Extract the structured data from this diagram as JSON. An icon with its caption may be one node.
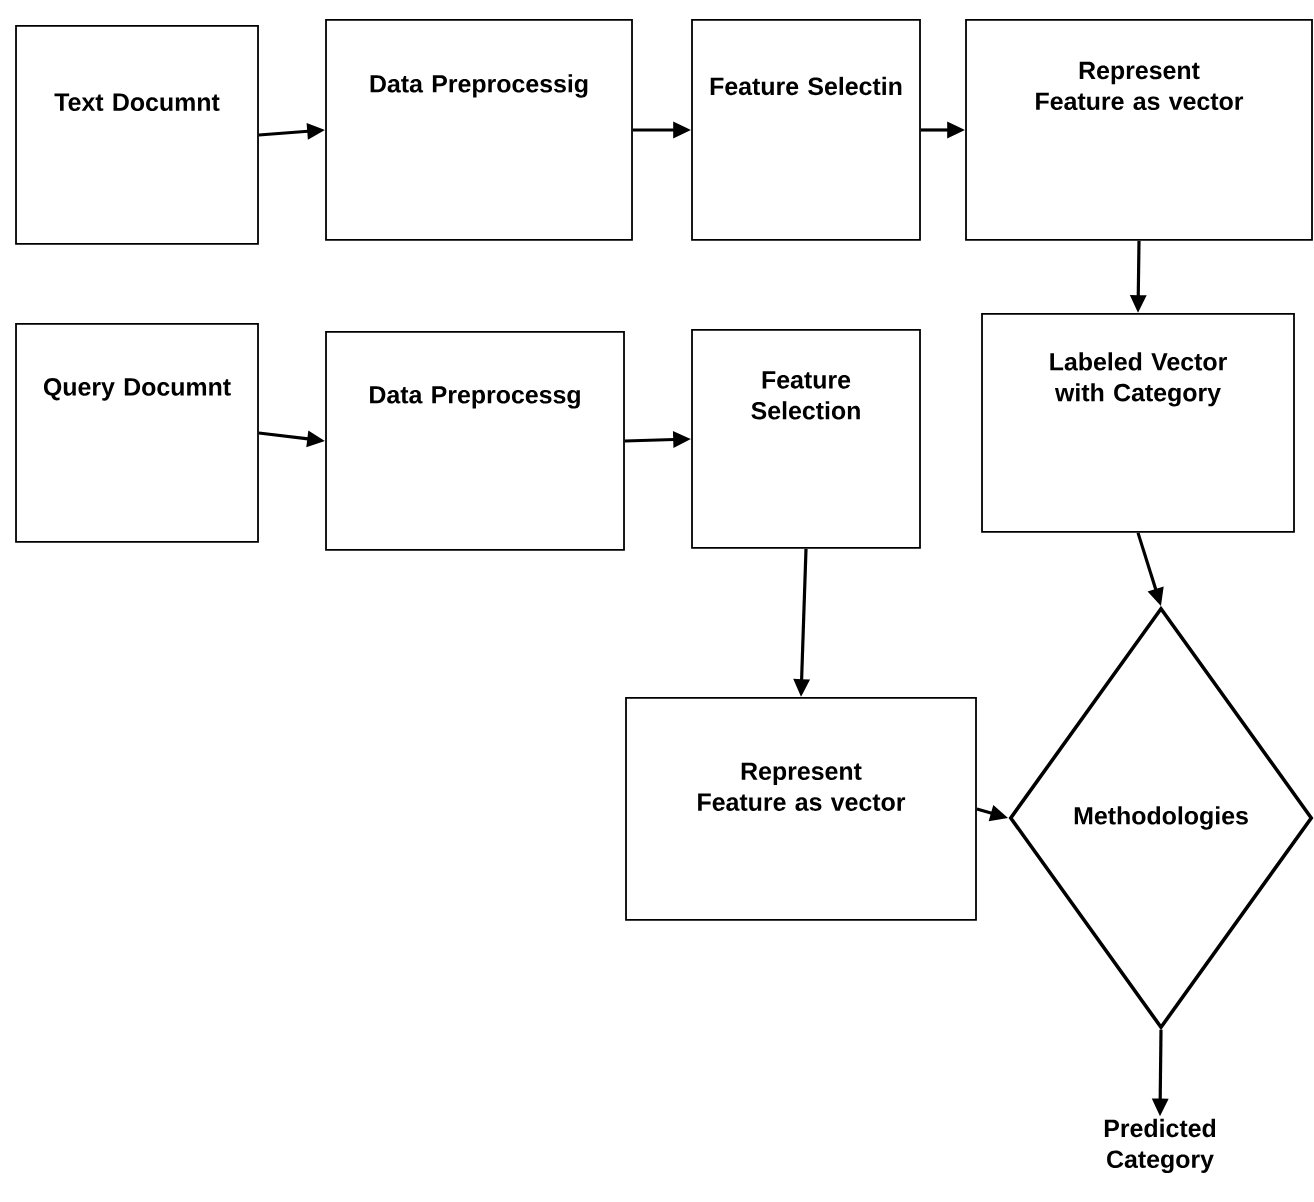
{
  "diagram": {
    "nodes": [
      {
        "text": [
          "Text Documnt"
        ]
      },
      {
        "text": [
          "Data Preprocessig"
        ]
      },
      {
        "text": [
          "Feature Selectin"
        ]
      },
      {
        "text": [
          "Represent Feature as vector"
        ]
      },
      {
        "text": [
          "Labeled Vector with Category"
        ]
      },
      {
        "text": [
          "Query Documnt"
        ]
      },
      {
        "text": [
          "Data Preprocessg"
        ]
      },
      {
        "text": [
          "Feature Selection"
        ]
      },
      {
        "text": [
          "Represent Feature as vector"
        ]
      },
      {
        "text": [
          "Methodologies"
        ]
      },
      {
        "text": [
          "Predicted Category"
        ]
      }
    ],
    "edges": [
      {
        "from": 0,
        "to": 1,
        "arrow": "to"
      },
      {
        "from": 1,
        "to": 2,
        "arrow": "to"
      },
      {
        "from": 2,
        "to": 3,
        "arrow": "to"
      },
      {
        "from": 3,
        "to": 4,
        "arrow": "to"
      },
      {
        "from": 5,
        "to": 6,
        "arrow": "to"
      },
      {
        "from": 6,
        "to": 7,
        "arrow": "to"
      },
      {
        "from": 7,
        "to": 8,
        "arrow": "to"
      },
      {
        "from": 4,
        "to": 9,
        "arrow": "to"
      },
      {
        "from": 8,
        "to": 9,
        "arrow": "to"
      },
      {
        "from": 9,
        "to": 10,
        "arrow": "to"
      }
    ]
  }
}
